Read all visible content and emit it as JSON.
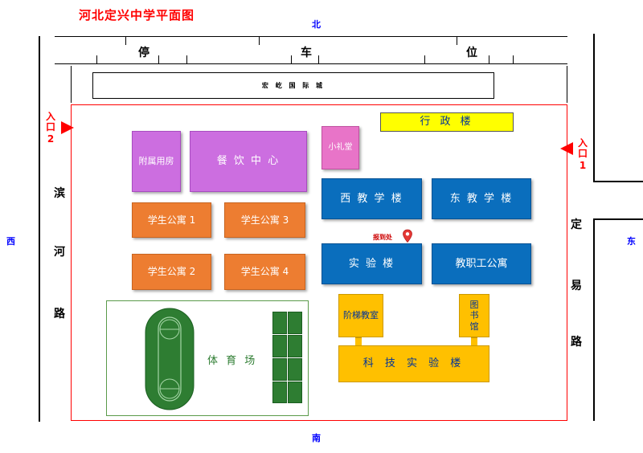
{
  "title": "河北定兴中学平面图",
  "directions": {
    "north": "北",
    "south": "南",
    "west": "西",
    "east": "东"
  },
  "parking": [
    "停",
    "车",
    "位"
  ],
  "mall": "宏 屹 国 际 城",
  "roads": {
    "west": [
      "滨",
      "河",
      "路"
    ],
    "east": [
      "定",
      "易",
      "路"
    ]
  },
  "entrances": {
    "e2": {
      "label": "入口",
      "num": "2"
    },
    "e1": {
      "label": "入口",
      "num": "1"
    }
  },
  "buildings": {
    "admin": "行 政 楼",
    "annex": "附属用房",
    "dining": "餐 饮 中 心",
    "chapel": "小礼堂",
    "west_teaching": "西 教 学 楼",
    "east_teaching": "东 教 学 楼",
    "dorm1": "学生公寓 1",
    "dorm3": "学生公寓 3",
    "dorm2": "学生公寓 2",
    "dorm4": "学生公寓 4",
    "lab": "实 验 楼",
    "staff_apartment": "教职工公寓",
    "lecture_hall": "阶梯教室",
    "library": "图书馆",
    "science_lab": "科 技 实 验 楼",
    "stadium": "体 育 场"
  },
  "checkin": "报到处",
  "colors": {
    "campus_border": "#ff0000",
    "purple": "#cc6ee0",
    "orange": "#ed7d31",
    "blue": "#0a6ebd",
    "yellow": "#ffc000",
    "admin_yellow": "#ffff00",
    "field_green": "#2e7d32"
  }
}
